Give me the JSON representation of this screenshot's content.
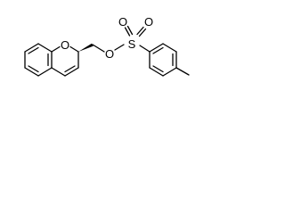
{
  "molecule": {
    "atoms": {
      "ring_oxygen": "O",
      "ester_oxygen": "O",
      "sulfur": "S",
      "sulfonyl_oxygen_left": "O",
      "sulfonyl_oxygen_right": "O"
    },
    "ink_color": "#000000",
    "background_color": "#ffffff"
  }
}
